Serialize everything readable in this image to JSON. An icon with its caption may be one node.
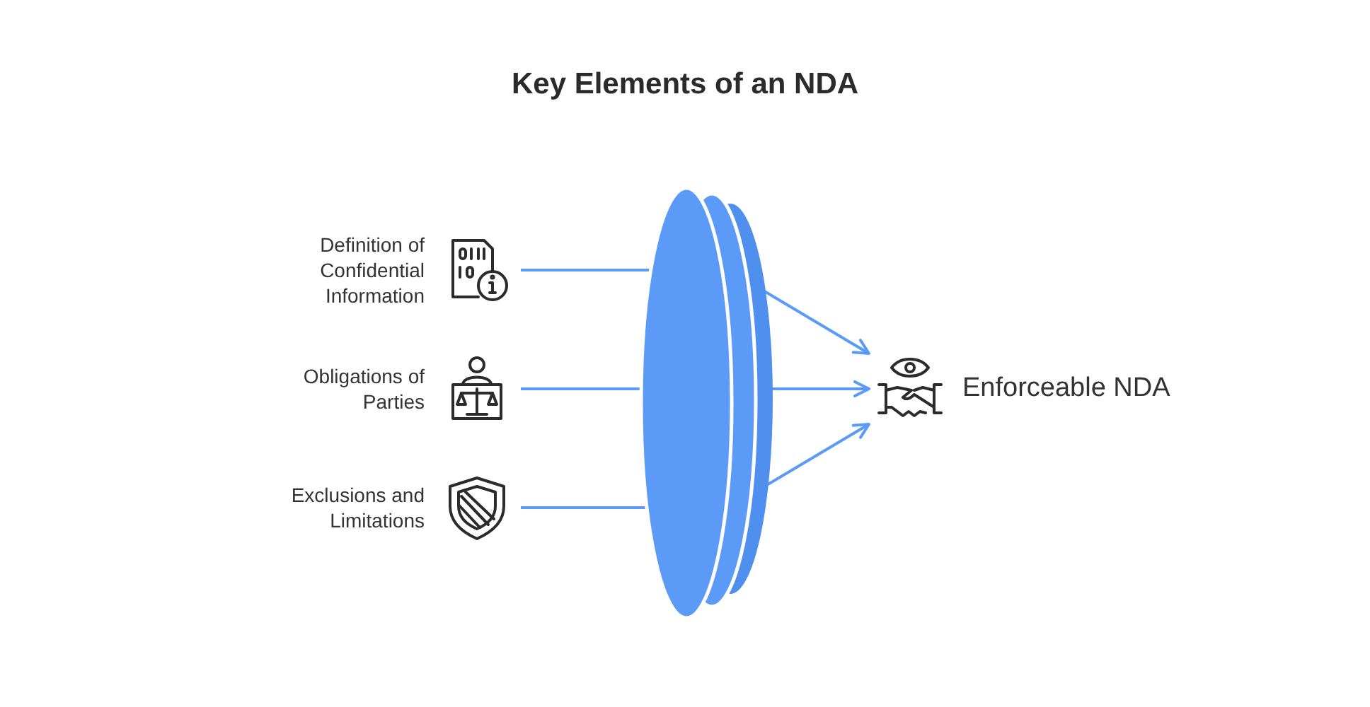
{
  "diagram": {
    "title": "Key Elements of an NDA",
    "nodes": [
      {
        "text": [
          "Definition of Confidential Information"
        ]
      },
      {
        "text": [
          "Obligations of Parties"
        ]
      },
      {
        "text": [
          "Exclusions and Limitations"
        ]
      },
      {
        "text": [
          "Enforceable NDA"
        ]
      }
    ],
    "edges": [
      {
        "from": 0,
        "to": 3,
        "arrow": "to"
      },
      {
        "from": 1,
        "to": 3,
        "arrow": "to"
      },
      {
        "from": 2,
        "to": 3,
        "arrow": "to"
      }
    ]
  }
}
